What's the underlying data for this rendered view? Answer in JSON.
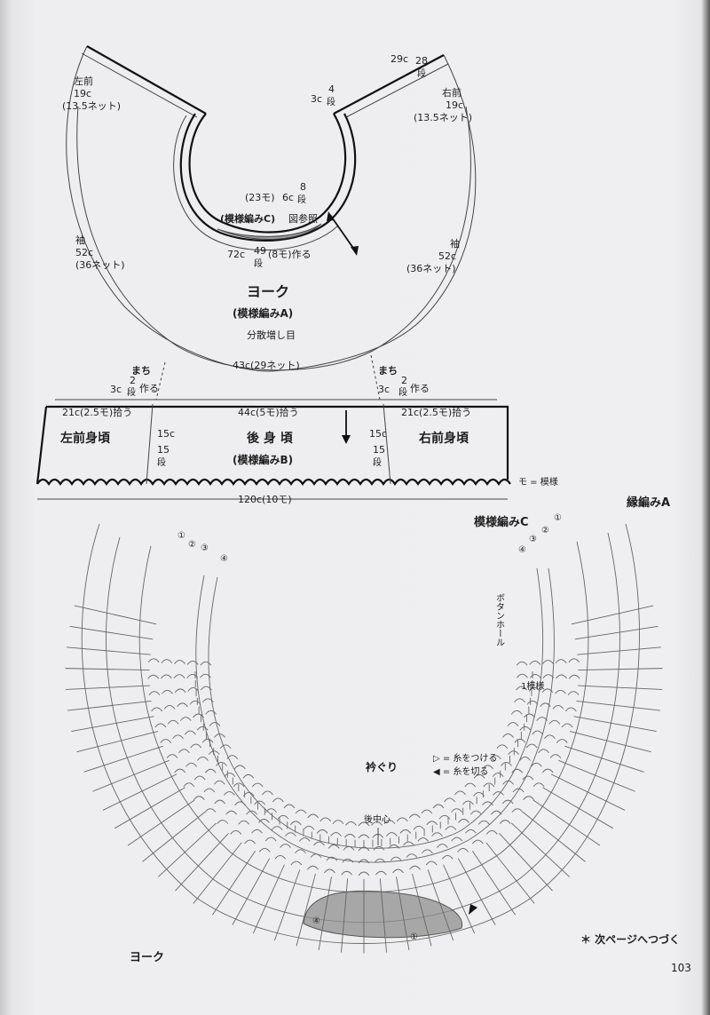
{
  "labels": {
    "left_front": "左前",
    "left_front_c": "19c",
    "left_front_net": "(13.5ネット)",
    "right_front": "右前",
    "right_front_c": "19c",
    "right_front_net": "(13.5ネット)",
    "top_29c": "29c",
    "top_28": "28",
    "top_28_dan": "段",
    "top_3c": "3c",
    "top_4": "4",
    "top_4_dan": "段",
    "inner_23": "(23モ)",
    "inner_6c": "6c",
    "inner_8": "8",
    "inner_8_dan": "段",
    "pattern_c": "(模様編みC)",
    "zu_sansho": "図参照",
    "c72": "72c",
    "r49": "49",
    "r49_dan": "段",
    "m8": "(8モ)作る",
    "sleeve_l": "袖",
    "sleeve_l_c": "52c",
    "sleeve_l_net": "(36ネット)",
    "sleeve_r": "袖",
    "sleeve_r_c": "52c",
    "sleeve_r_net": "(36ネット)",
    "yoke": "ヨーク",
    "yoke_pattern": "(模様編みA)",
    "yoke_inc": "分散増し目",
    "c43": "43c(29ネット)",
    "machi_l": "まち",
    "machi_l_3c": "3c",
    "machi_l_2": "2",
    "machi_l_dan": "段",
    "machi_l_tsukuru": "作る",
    "machi_r": "まち",
    "machi_r_3c": "3c",
    "machi_r_2": "2",
    "machi_r_dan": "段",
    "machi_r_tsukuru": "作る",
    "pick_l": "21c(2.5モ)拾う",
    "pick_c": "44c(5モ)拾う",
    "pick_r": "21c(2.5モ)拾う",
    "left_body": "左前身頃",
    "back_body": "後 身 頃",
    "back_pattern": "(模様編みB)",
    "right_body": "右前身頃",
    "side_l_c": "15c",
    "side_l_15": "15",
    "side_l_dan": "段",
    "side_r_c": "15c",
    "side_r_15": "15",
    "side_r_dan": "段",
    "c120": "120c(10モ)",
    "mo_note": "モ = 模様",
    "edge_a": "縁編みA",
    "pattern_c2": "模様編みC",
    "buttonhole": "ボタンホール",
    "one_pattern": "1模様",
    "neckline": "衿ぐり",
    "legend_attach": "▷ = 糸をつける",
    "legend_cut": "◀ = 糸を切る",
    "back_center": "後中心",
    "yoke2": "ヨーク",
    "continued": "＊ 次ページへつづく",
    "page_no": "103"
  },
  "circled": [
    "①",
    "②",
    "③",
    "④"
  ]
}
